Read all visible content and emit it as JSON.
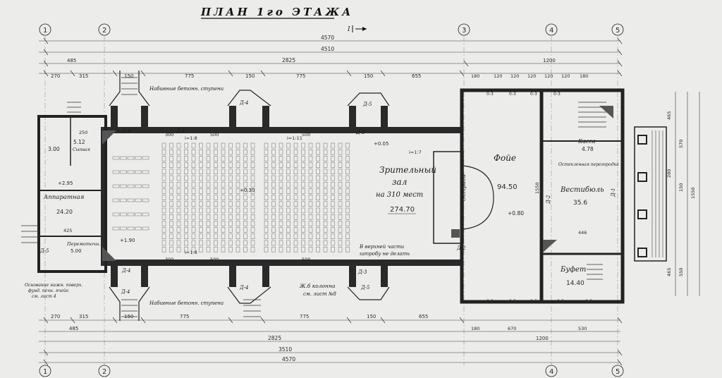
{
  "title": "ПЛАН 1го ЭТАЖА",
  "section_mark": "I",
  "axes": {
    "a1": "1",
    "a2": "2",
    "a3": "3",
    "a4": "4",
    "a5": "5"
  },
  "rooms": {
    "hall_name_1": "Зрительный",
    "hall_name_2": "зал",
    "hall_seats": "на 310 мест",
    "hall_area": "274.70",
    "foyer_name": "Фойе",
    "foyer_area": "94.50",
    "stage": "Эстрада",
    "vestibule_name": "Вестибюль",
    "vestibule_area": "35.6",
    "buffet_name": "Буфет",
    "buffet_area": "14.40",
    "kassa_name": "Касса",
    "kassa_area": "4.78",
    "apparat_name": "Аппаратная",
    "apparat_area": "24.20",
    "small_a": "5.12",
    "small_b": "3.00",
    "peremotochn": "Перемоточн.",
    "perem_area": "5.00",
    "glazed": "Остекленная перегородка",
    "sypnaya": "Сыпная"
  },
  "notes": {
    "steps_top": "Набивные бетонн. ступени",
    "steps_bottom": "Набивные бетонн. ступени",
    "column_note_1": "Ж.б колонна",
    "column_note_2": "см. лист №8",
    "top_proj_1": "В верхней части",
    "top_proj_2": "штробу не делать",
    "left_note_1": "Основание нижн. поверх.",
    "left_note_2": "фунд. печн. ячейк",
    "left_note_3": "см. лист 4"
  },
  "marks": {
    "m_d1": "Д-1",
    "m_d2": "Д-2",
    "m_d3": "Д-3",
    "m_d4": "Д-4",
    "m_d5": "Д-5",
    "lev_main": "+0.30",
    "lev_foyer": "+0.80",
    "lev_stage": "+0.05",
    "lev_left": "+2.95",
    "lev_bot": "+1.90",
    "slope_1": "i=1:8",
    "slope_2": "i=1:11",
    "slope_3": "i=1:7",
    "slope_4": "i=1:8"
  },
  "dims": {
    "top": {
      "total": "4570",
      "l2": "4510",
      "l3": "2825",
      "l3_right": "1200",
      "p485": "485",
      "seg_a": "270",
      "seg_b": "315",
      "seg_c": "150",
      "seg_d": "775",
      "seg_e": "150",
      "seg_f": "775",
      "seg_g": "150",
      "seg_h": "655",
      "r1": "180",
      "r2": "120",
      "r3": "120",
      "r4": "120",
      "r5": "120",
      "r6": "120",
      "r7": "180"
    },
    "bottom": {
      "total": "4570",
      "l2": "3510",
      "l3": "2825",
      "l3_right": "1200",
      "p485": "485",
      "seg_a": "270",
      "seg_b": "315",
      "seg_c": "150",
      "seg_d": "775",
      "seg_e": "775",
      "seg_f": "150",
      "seg_g": "655",
      "r1": "180",
      "r2": "670",
      "r3": "530"
    },
    "right": {
      "v1": "465",
      "v2": "570",
      "v3": "280",
      "v4": "150",
      "v5": "1550",
      "v6": "465",
      "v7": "550"
    },
    "inner": {
      "w300": "300",
      "w500": "500",
      "w446": "446",
      "w425": "425",
      "w250": "250",
      "w1550": "1550"
    }
  },
  "window_mark": "0-3"
}
